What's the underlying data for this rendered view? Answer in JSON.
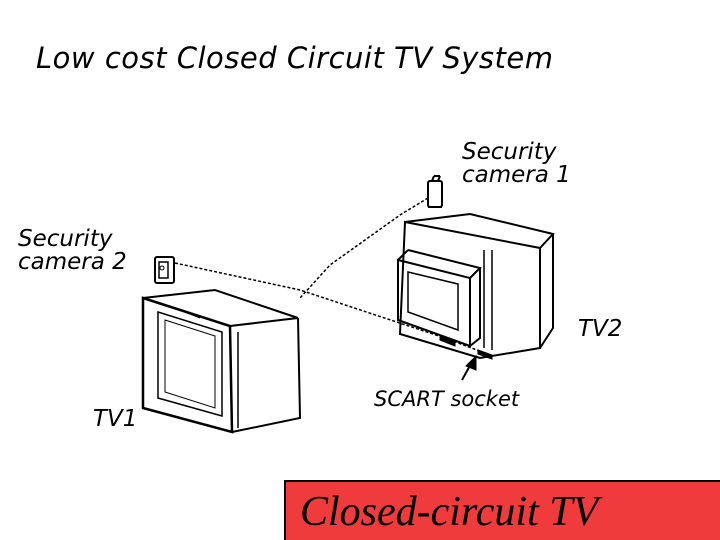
{
  "title": "Low cost Closed Circuit TV System",
  "labels": {
    "camera1": [
      "Security",
      "camera 1"
    ],
    "camera2": [
      "Security",
      "camera 2"
    ],
    "tv1": "TV1",
    "tv2": "TV2",
    "scart": "SCART  socket"
  },
  "banner": {
    "text": "Closed-circuit TV",
    "color": "#ef3b3b"
  }
}
